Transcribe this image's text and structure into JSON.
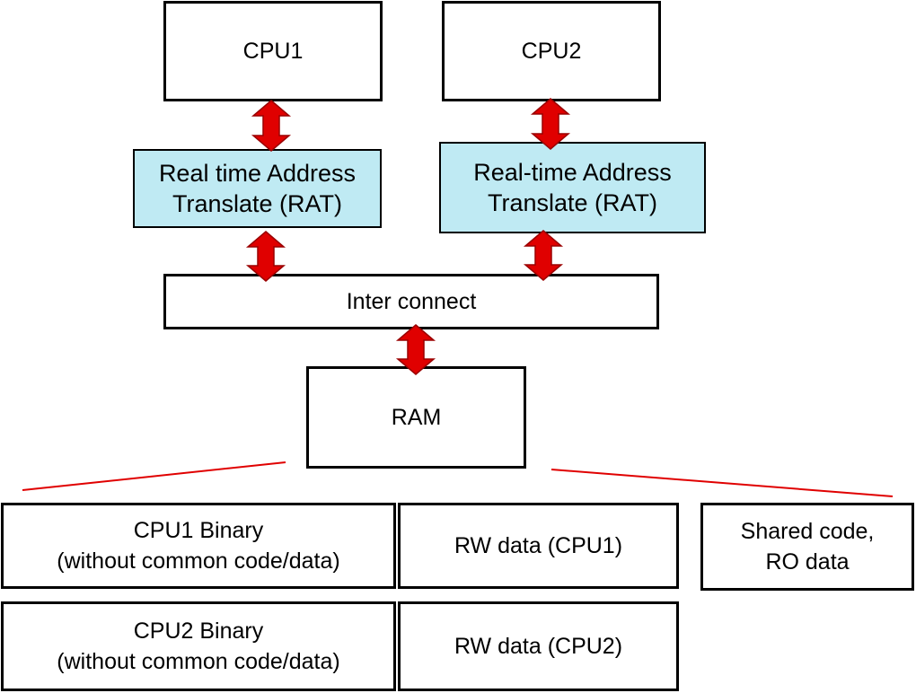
{
  "diagram": {
    "cpu1": {
      "label": "CPU1"
    },
    "cpu2": {
      "label": "CPU2"
    },
    "rat1": {
      "line1": "Real time Address",
      "line2": "Translate (RAT)"
    },
    "rat2": {
      "line1": "Real-time Address",
      "line2": "Translate (RAT)"
    },
    "interconnect": {
      "label": "Inter connect"
    },
    "ram": {
      "label": "RAM"
    },
    "memory_map": {
      "cpu1_binary": {
        "line1": "CPU1 Binary",
        "line2": "(without common code/data)"
      },
      "rw_cpu1": {
        "label": "RW data (CPU1)"
      },
      "shared": {
        "line1": "Shared code,",
        "line2": "RO data"
      },
      "cpu2_binary": {
        "line1": "CPU2 Binary",
        "line2": "(without common code/data)"
      },
      "rw_cpu2": {
        "label": "RW data (CPU2)"
      }
    },
    "colors": {
      "arrow_fill": "#e00000",
      "arrow_edge": "#9a0000",
      "rat_fill": "#bfeaf3",
      "callout_line": "#e00000"
    }
  }
}
